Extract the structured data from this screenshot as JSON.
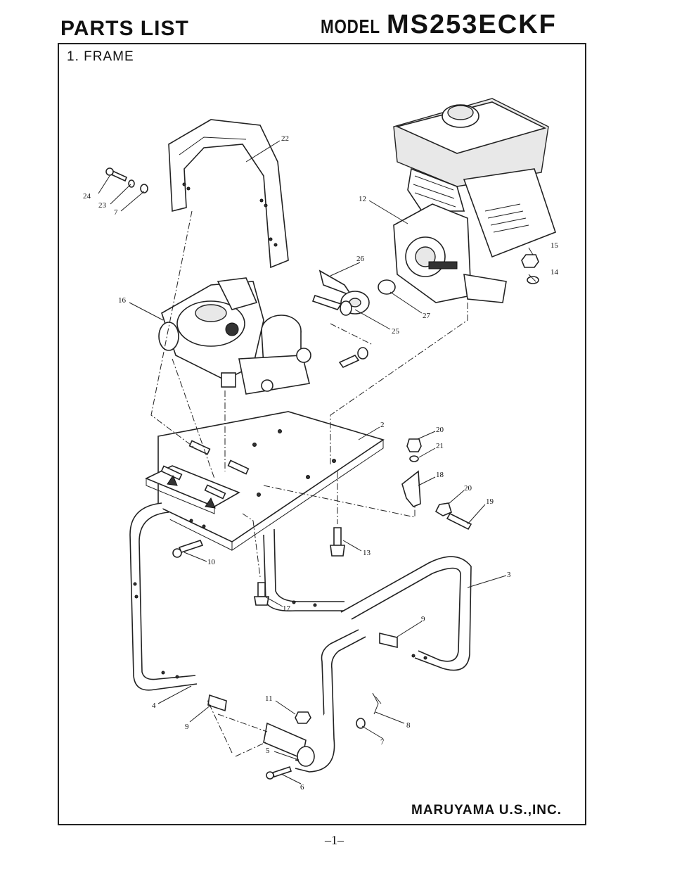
{
  "header": {
    "title": "PARTS LIST",
    "model_label": "MODEL",
    "model_number": "MS253ECKF"
  },
  "section_title": "1. FRAME",
  "footer": {
    "company": "MARUYAMA U.S.,INC.",
    "page_number": "–1–"
  },
  "callouts": {
    "c2": "2",
    "c3": "3",
    "c4": "4",
    "c5": "5",
    "c6": "6",
    "c7a": "7",
    "c7b": "7",
    "c8": "8",
    "c9a": "9",
    "c9b": "9",
    "c10": "10",
    "c11": "11",
    "c12": "12",
    "c13": "13",
    "c14": "14",
    "c15": "15",
    "c16": "16",
    "c17": "17",
    "c18": "18",
    "c19": "19",
    "c20a": "20",
    "c20b": "20",
    "c21": "21",
    "c22": "22",
    "c23": "23",
    "c24": "24",
    "c25": "25",
    "c26": "26",
    "c27": "27"
  }
}
